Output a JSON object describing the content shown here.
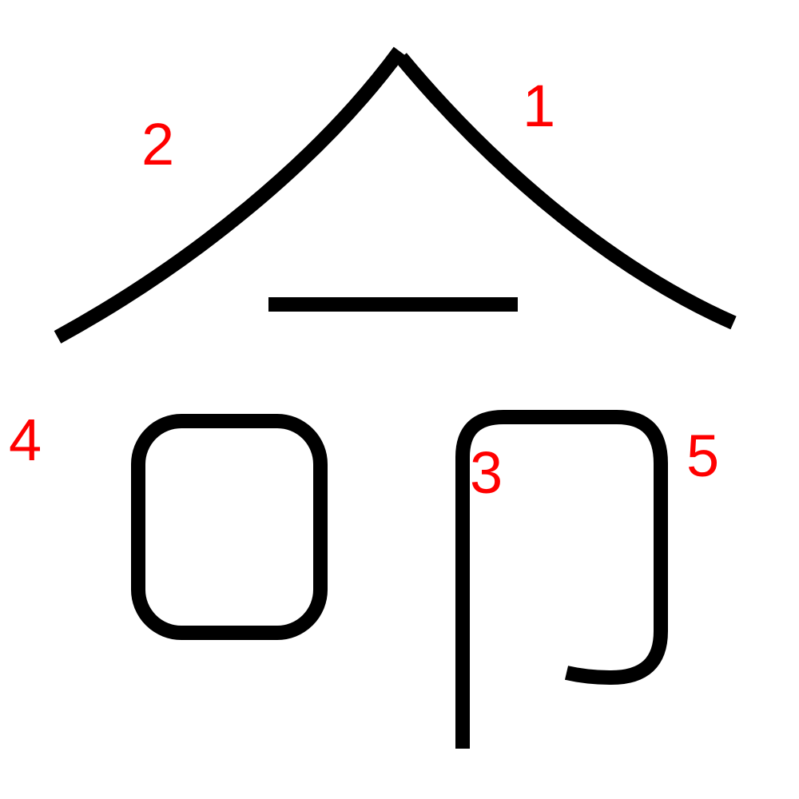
{
  "diagram": {
    "stroke_color": "#000000",
    "label_color": "#ff0000",
    "labels": [
      {
        "id": "stroke-1",
        "text": "1"
      },
      {
        "id": "stroke-2",
        "text": "2"
      },
      {
        "id": "stroke-3",
        "text": "3"
      },
      {
        "id": "stroke-4",
        "text": "4"
      },
      {
        "id": "stroke-5",
        "text": "5"
      }
    ]
  }
}
